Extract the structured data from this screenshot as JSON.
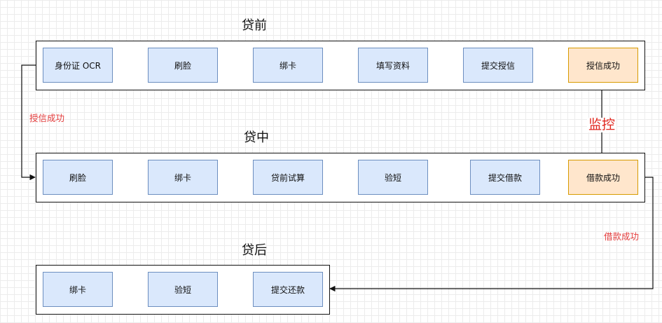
{
  "phases": {
    "pre_loan": {
      "title": "贷前",
      "nodes": [
        "身份证 OCR",
        "刷脸",
        "绑卡",
        "填写资料",
        "提交授信",
        "授信成功"
      ]
    },
    "in_loan": {
      "title": "贷中",
      "nodes": [
        "刷脸",
        "绑卡",
        "贷前试算",
        "验短",
        "提交借款",
        "借款成功"
      ]
    },
    "post_loan": {
      "title": "贷后",
      "nodes": [
        "绑卡",
        "验短",
        "提交还款"
      ]
    }
  },
  "edge_labels": {
    "credit_success": "授信成功",
    "loan_success": "借款成功",
    "monitor": "监控"
  },
  "colors": {
    "node_fill": "#dae8fc",
    "node_stroke": "#6c8ebf",
    "success_fill": "#ffe6cc",
    "success_stroke": "#d79b00",
    "label_red": "#e33b3b"
  }
}
